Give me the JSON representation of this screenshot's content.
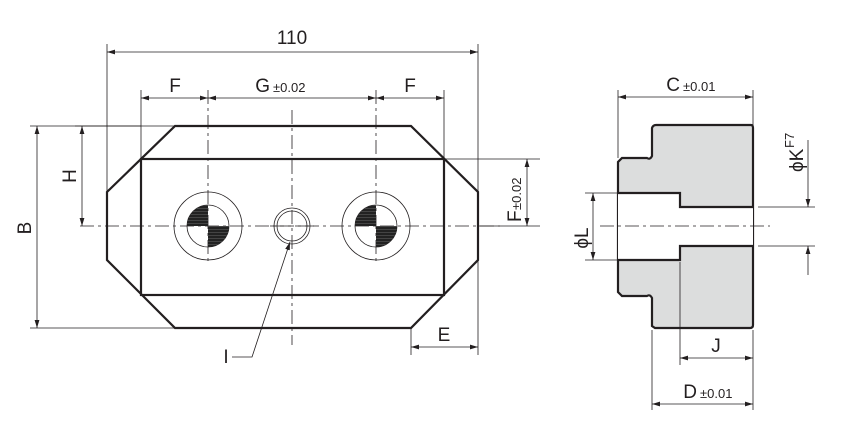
{
  "dimensions": {
    "overall_length": "110",
    "f_left": "F",
    "g": "G",
    "g_tol": "±0.02",
    "f_right": "F",
    "h": "H",
    "b": "B",
    "f_vertical": "F",
    "f_vertical_tol": "±0.02",
    "e": "E",
    "i": "I",
    "c": "C",
    "c_tol": "±0.01",
    "k": "ϕK",
    "k_tol": "F7",
    "l": "ϕL",
    "j": "J",
    "d": "D",
    "d_tol": "±0.01"
  },
  "colors": {
    "fill": "#dcdddd",
    "line": "#231f20"
  }
}
